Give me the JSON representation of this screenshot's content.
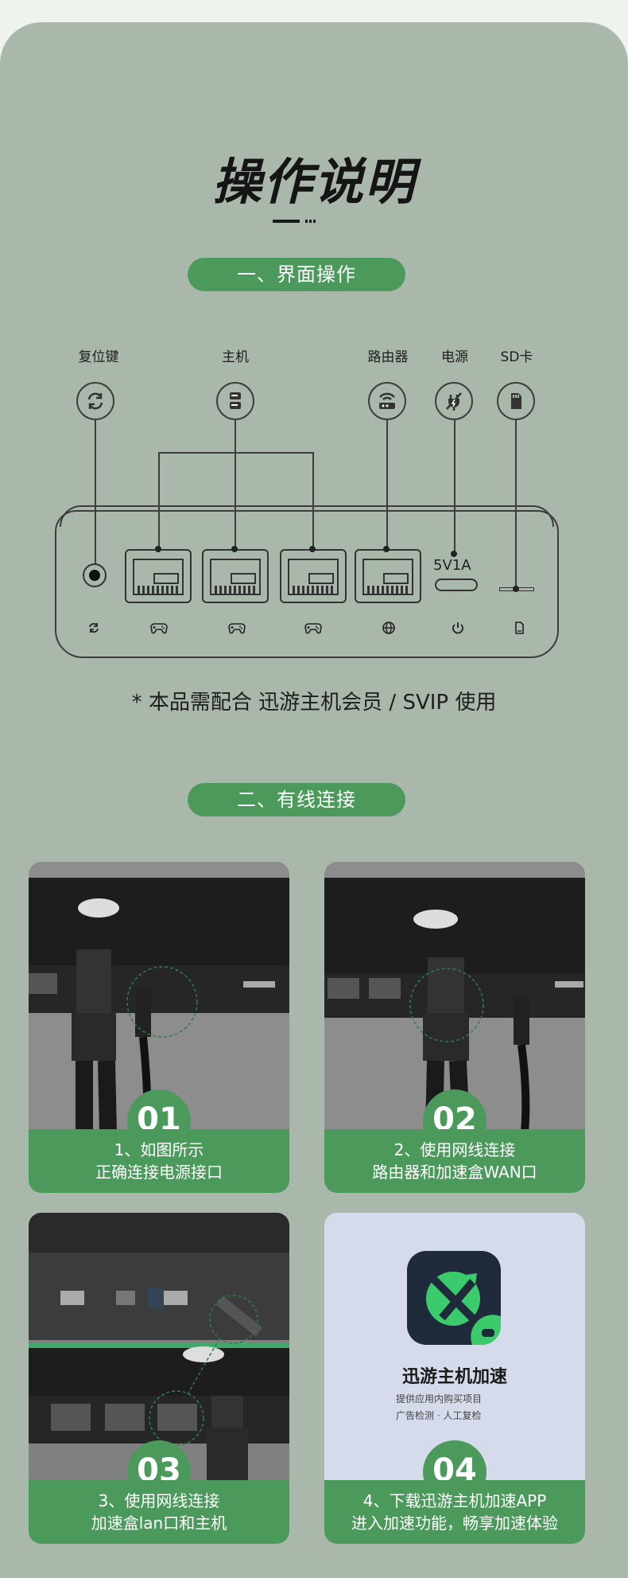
{
  "page": {
    "title": "操作说明"
  },
  "section1": {
    "heading": "一、界面操作",
    "labels": {
      "reset": "复位键",
      "host": "主机",
      "router": "路由器",
      "power": "电源",
      "sd": "SD卡"
    },
    "power_rating": "5V1A",
    "note": "* 本品需配合 迅游主机会员 / SVIP 使用"
  },
  "section2": {
    "heading": "二、有线连接",
    "steps": [
      {
        "number": "01",
        "line1": "1、如图所示",
        "line2": "正确连接电源接口"
      },
      {
        "number": "02",
        "line1": "2、使用网线连接",
        "line2": "路由器和加速盒WAN口"
      },
      {
        "number": "03",
        "line1": "3、使用网线连接",
        "line2": "加速盒lan口和主机"
      },
      {
        "number": "04",
        "line1": "4、下载迅游主机加速APP",
        "line2": "进入加速功能，畅享加速体验"
      }
    ],
    "app": {
      "name": "迅游主机加速",
      "sub1": "提供应用内购买项目",
      "sub2": "广告检测 · 人工复检"
    }
  },
  "colors": {
    "background": "#aab8ab",
    "accent_green": "#4b9a5b",
    "app_card_bg": "#d6dbec",
    "app_icon_bg": "#1f2b3a"
  }
}
